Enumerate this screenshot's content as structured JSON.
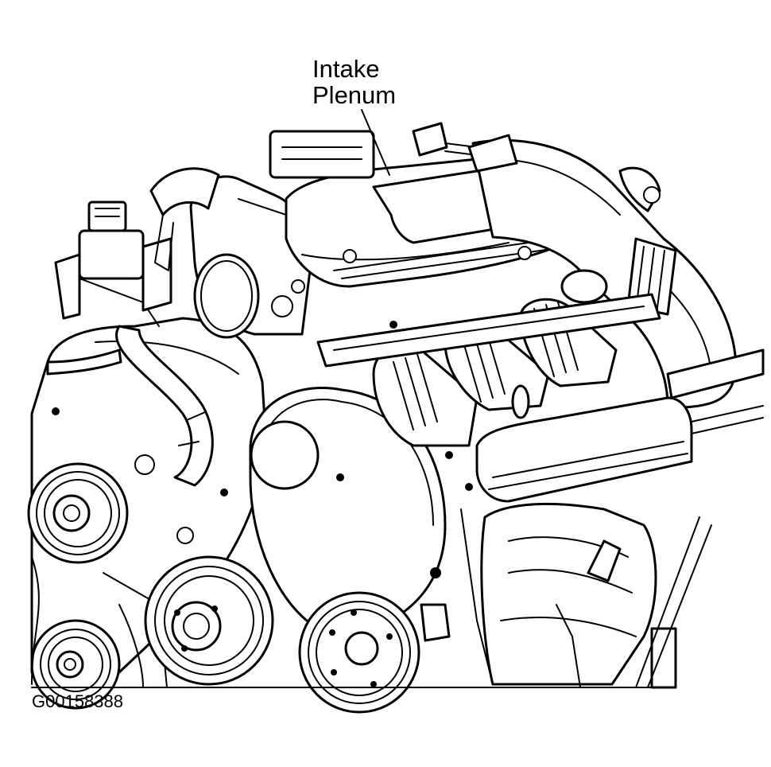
{
  "callout": {
    "line1": "Intake",
    "line2": "Plenum"
  },
  "figure_id": "G00158388"
}
